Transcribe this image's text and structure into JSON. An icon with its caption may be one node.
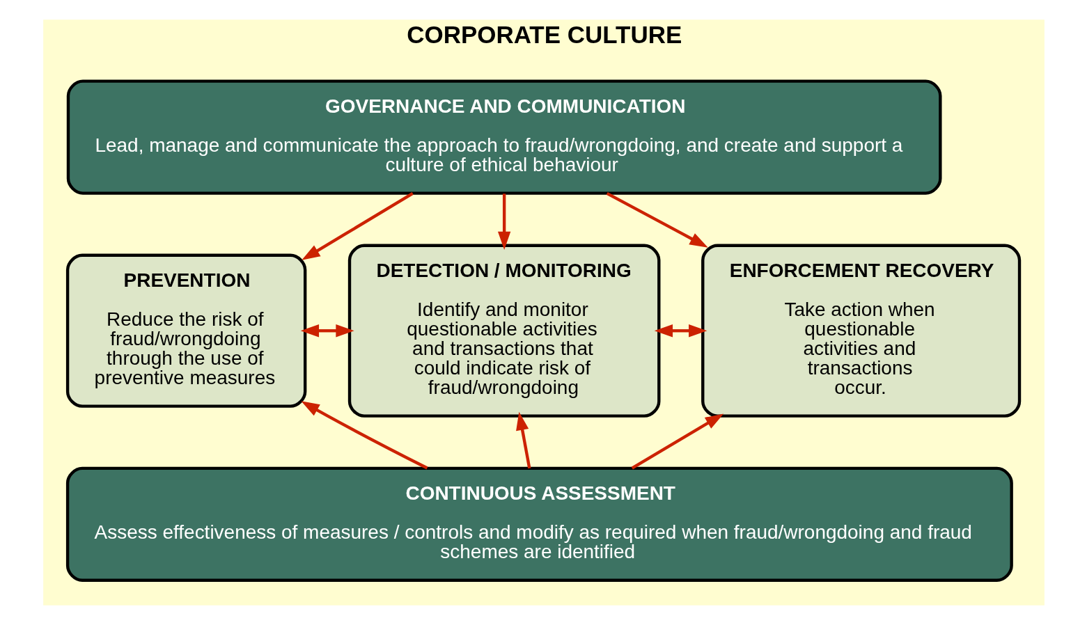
{
  "diagram": {
    "nodes": [
      {
        "text": [
          "CORPORATE CULTURE"
        ]
      },
      {
        "text": [
          "GOVERNANCE AND COMMUNICATION",
          "Lead, manage and communicate the approach to fraud/wrongdoing, and create and support a culture of ethical behaviour"
        ],
        "in": 0
      },
      {
        "text": [
          "PREVENTION",
          "Reduce the risk of fraud/wrongdoing through the use of preventive measures"
        ],
        "in": 0
      },
      {
        "text": [
          "DETECTION / MONITORING",
          "Identify and monitor questionable activities and transactions that could indicate risk of fraud/wrongdoing"
        ],
        "in": 0
      },
      {
        "text": [
          "ENFORCEMENT RECOVERY",
          "Take action when questionable activities and transactions occur."
        ],
        "in": 0
      },
      {
        "text": [
          "CONTINUOUS ASSESSMENT",
          "Assess effectiveness of measures / controls and modify as required when fraud/wrongdoing and fraud schemes are identified"
        ],
        "in": 0
      }
    ],
    "edges": [
      {
        "from": 1,
        "to": 2,
        "arrow": "to"
      },
      {
        "from": 1,
        "to": 3,
        "arrow": "to"
      },
      {
        "from": 1,
        "to": 4,
        "arrow": "to"
      },
      {
        "from": 2,
        "to": 3,
        "arrow": "both"
      },
      {
        "from": 3,
        "to": 4,
        "arrow": "both"
      },
      {
        "from": 5,
        "to": 2,
        "arrow": "to"
      },
      {
        "from": 5,
        "to": 3,
        "arrow": "to"
      },
      {
        "from": 5,
        "to": 4,
        "arrow": "to"
      }
    ]
  }
}
